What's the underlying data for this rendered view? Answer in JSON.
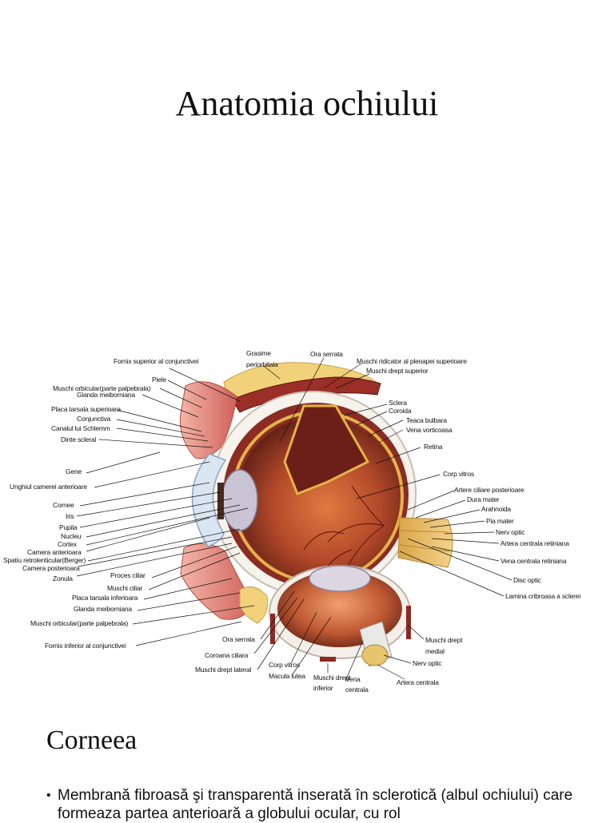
{
  "page": {
    "title": "Anatomia ochiului",
    "section_heading": "Corneea",
    "bullets": [
      "Membrană fibroasă şi transparentă inserată în sclerotică (albul ochiului) care formeaza partea anterioară a globului ocular, cu rol"
    ]
  },
  "figure": {
    "labels": {
      "fornix_superior": "Fornix superior al conjunctivei",
      "grasime": "Grasime",
      "periorbitala": "periorbitala",
      "ora_serrata_top": "Ora serrata",
      "ridicator": "Muschi ridicator al pleoapei superioare",
      "drept_superior": "Muschi drept superior",
      "piele": "Piele",
      "orbicular_sup": "Muschi orbicular(parte palpebrala)",
      "glanda_meib_sup": "Glanda meiborniana",
      "placa_tarsala_sup": "Placa tarsala superioara",
      "conjunctiva": "Conjunctiva",
      "canal_schlemm": "Canalul lui Schlemm",
      "dinte_scleral": "Dinte scleral",
      "gene": "Gene",
      "unghi_camerei": "Unghiul camerei anterioare",
      "cornee": "Cornee",
      "iris": "Iris",
      "pupila": "Pupila",
      "nucleu": "Nucleu",
      "cortex": "Cortex",
      "camera_anterioara": "Camera anterioara",
      "spatiu_retrolenticular": "Spatiu retrolenticular(Berger)",
      "camera_posterioara": "Camera posterioara",
      "zonula": "Zonula",
      "proces_ciliar": "Proces ciliar",
      "muschi_ciliar": "Muschi ciliar",
      "placa_tarsala_inf": "Placa tarsala inferioara",
      "glanda_meib_inf": "Glanda meiborniana",
      "orbicular_inf": "Muschi orbicular(parte palpebrala)",
      "fornix_inferior": "Fornix inferior al conjunctivei",
      "sclera": "Sclera",
      "coroida": "Coroida",
      "teaca_bulbara": "Teaca bulbara",
      "vena_vorticoasa": "Vena vorticoasa",
      "retina": "Retina",
      "corp_vitros_right": "Corp vitros",
      "artere_ciliare": "Artere ciliare posterioare",
      "dura_mater": "Dura mater",
      "arahnoida": "Arahnoida",
      "pia_mater": "Pia mater",
      "nerv_optic_right": "Nerv optic",
      "artera_centrala_retiniana": "Artera centrala retiniana",
      "vena_centrala_retiniana": "Vena centrala retiniana",
      "disc_optic": "Disc optic",
      "lamina_cribroasa": "Lamina cribroasa a sclerei",
      "ora_serrata_bottom": "Ora serrata",
      "coroana_ciliara": "Coroana ciliara",
      "drept_lateral": "Muschi drept lateral",
      "corp_vitros_bottom": "Corp vitros",
      "macula_lutea": "Macula lutea",
      "drept_inferior_1": "Muschi drept",
      "drept_inferior_2": "inferior",
      "vena_centrala_1": "Vena",
      "vena_centrala_2": "centrala",
      "artera_centrala": "Artera centrala",
      "nerv_optic_bottom": "Nerv optic",
      "drept_medial_1": "Muschi drept",
      "drept_medial_2": "medial"
    }
  }
}
